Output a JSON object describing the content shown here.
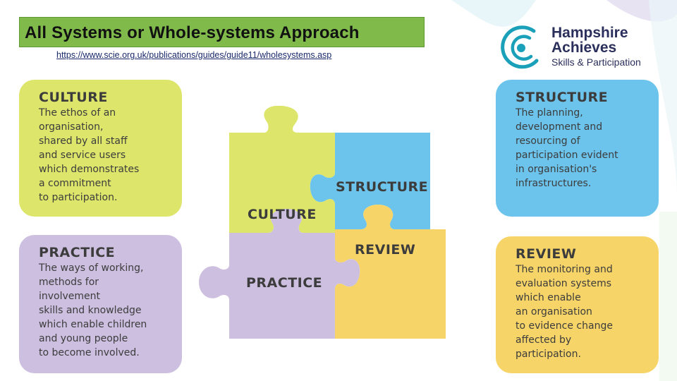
{
  "header": {
    "title": "All Systems or Whole-systems Approach",
    "url": "https://www.scie.org.uk/publications/guides/guide11/wholesystems.asp"
  },
  "logo": {
    "name_line1": "Hampshire",
    "name_line2": "Achieves",
    "subtitle": "Skills & Participation"
  },
  "cards": {
    "culture": {
      "title": "CULTURE",
      "body": "The ethos of an\norganisation,\nshared by all staff\nand service users\nwhich demonstrates\na commitment\nto participation.",
      "color": "#dde66a"
    },
    "practice": {
      "title": "PRACTICE",
      "body": "The ways of working,\nmethods for\ninvolvement\nskills and knowledge\nwhich enable children\nand young people\nto become involved.",
      "color": "#cdbfe0"
    },
    "structure": {
      "title": "STRUCTURE",
      "body": "The planning,\ndevelopment and\nresourcing of\nparticipation evident\nin organisation's\ninfrastructures.",
      "color": "#6cc4ec"
    },
    "review": {
      "title": "REVIEW",
      "body": "The monitoring and\nevaluation systems\nwhich enable\nan organisation\nto evidence change\naffected by\nparticipation.",
      "color": "#f7d468"
    }
  },
  "puzzle": {
    "culture": "CULTURE",
    "structure": "STRUCTURE",
    "practice": "PRACTICE",
    "review": "REVIEW"
  }
}
